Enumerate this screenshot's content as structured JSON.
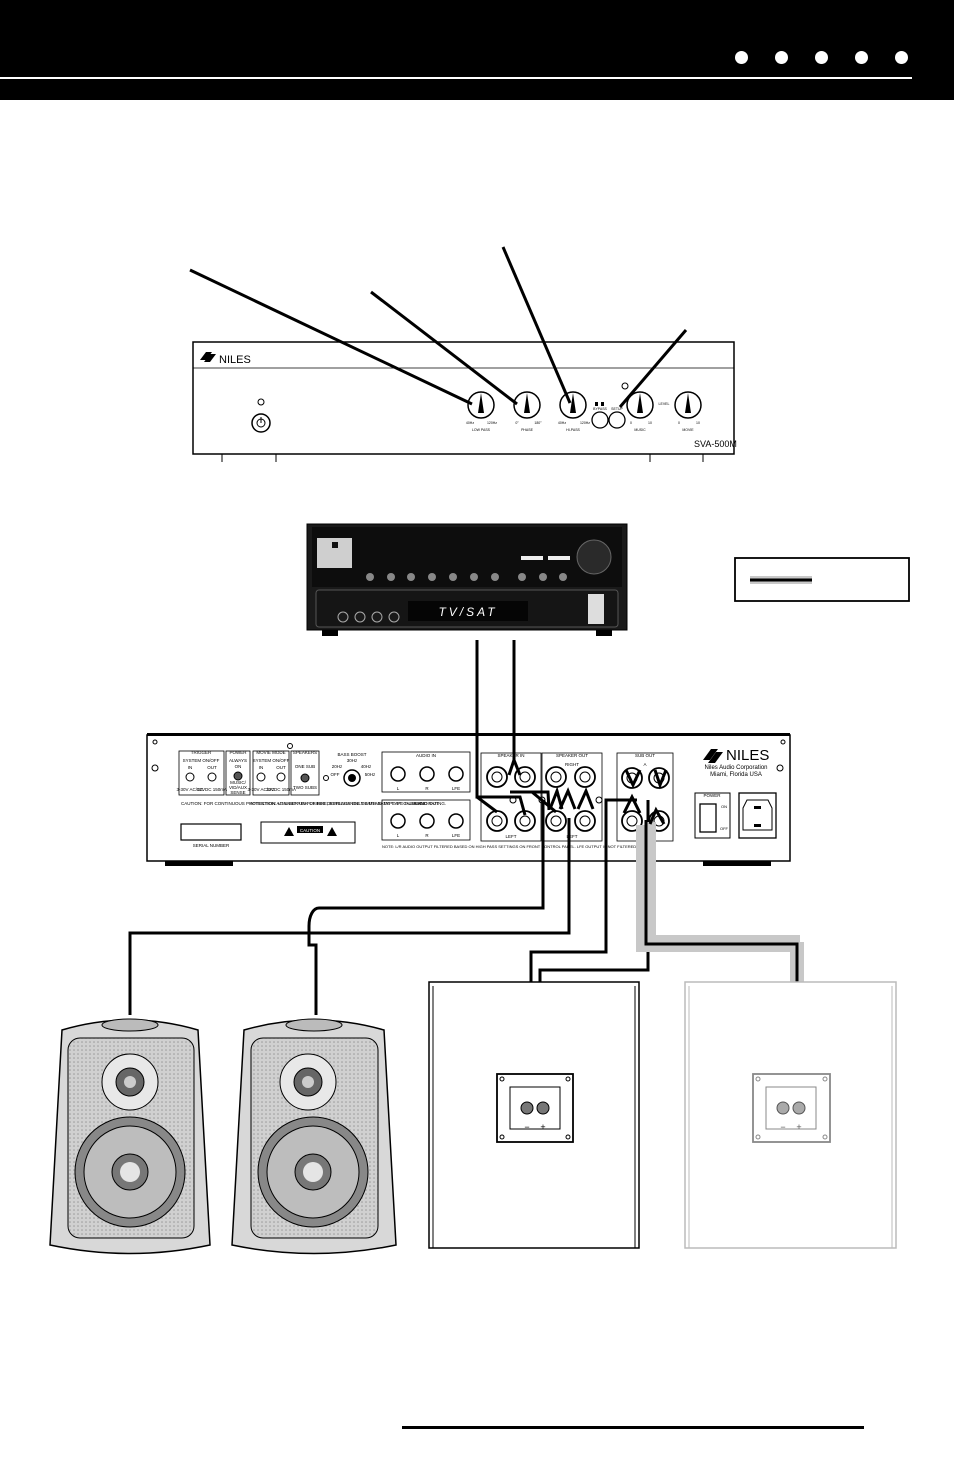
{
  "header": {
    "dots": 5
  },
  "front_panel": {
    "brand": "NILES",
    "model": "SVA-500M",
    "knobs": [
      {
        "id": "low-pass",
        "scale_left": "40Hz",
        "scale_right": "120Hz",
        "label": "LOW PASS"
      },
      {
        "id": "phase",
        "scale_left": "0°",
        "scale_right": "180°",
        "label": "PHASE"
      },
      {
        "id": "hi-pass",
        "scale_left": "40Hz",
        "scale_right": "120Hz",
        "label": "HI-PASS"
      },
      {
        "id": "music-level",
        "scale_left": "0",
        "scale_right": "10",
        "label": "MUSIC"
      },
      {
        "id": "movie-level",
        "scale_left": "0",
        "scale_right": "10",
        "label": "MOVIE"
      }
    ],
    "bypass_label": "BYPASS",
    "setup_label": "SETUP",
    "level_label": "LEVEL"
  },
  "receiver": {
    "display": "TV/SAT"
  },
  "rear_panel": {
    "brand": "NILES",
    "company": "Niles Audio Corporation",
    "location": "Miami, Florida USA",
    "trigger": {
      "title": "TRIGGER",
      "sub": "SYSTEM ON/OFF",
      "in": "IN",
      "out": "OUT",
      "in_spec": "3-30V AC/DC",
      "out_spec": "12VDC 150mA"
    },
    "power": {
      "title": "POWER",
      "lines": [
        "ALWAYS",
        "ON",
        "MUSIC/",
        "VID/AUX",
        "SENSE"
      ]
    },
    "movie_mode": {
      "title": "MOVIE MODE",
      "sub": "SYSTEM ON/OFF",
      "in": "IN",
      "out": "OUT",
      "in_spec": "3-30V AC/DC",
      "out_spec": "12VDC 150mA"
    },
    "speakers_sw": {
      "title": "SPEAKERS",
      "one": "ONE SUB",
      "two": "TWO SUBS"
    },
    "bass_boost": {
      "title": "BASS BOOST",
      "ticks": [
        "20Hz",
        "30Hz",
        "40Hz",
        "50Hz",
        "OFF"
      ]
    },
    "audio_in": {
      "title": "AUDIO IN",
      "labels": [
        "L",
        "R",
        "LFE"
      ]
    },
    "audio_out": {
      "title": "AUDIO OUT",
      "labels": [
        "L",
        "R",
        "LFE"
      ]
    },
    "speaker_in": {
      "title": "SPEAKER IN",
      "left": "LEFT"
    },
    "speaker_out": {
      "title": "SPEAKER OUT",
      "right": "RIGHT",
      "left": "LEFT"
    },
    "sub_out": {
      "title": "SUB OUT",
      "a": "A",
      "b": "B"
    },
    "power_switch": {
      "title": "POWER",
      "on": "ON",
      "off": "OFF"
    },
    "caution_text": "CAUTION: FOR CONTINUOUS PROTECTION AGAINST RISK OF FIRE, REPLACE ONLY WITH SAME TYPE FUSE AND RATING.",
    "attention_text": "ATTENTION: UTILISER UN FUSIBLE DE RECHANGE DE MEME TYPE ET CALIBRE.",
    "caution_label": "CAUTION",
    "serial_label": "SERIAL NUMBER",
    "note_text": "NOTE: L/R AUDIO OUTPUT FILTERED BASED ON HIGH PASS SETTINGS ON FRONT CONTROL PANEL. LFE OUTPUT IS NOT FILTERED."
  },
  "subwoofer_terminal": {
    "minus": "−",
    "plus": "+"
  },
  "colors": {
    "wire_primary": "#000000",
    "wire_secondary": "#c8c8c8"
  }
}
